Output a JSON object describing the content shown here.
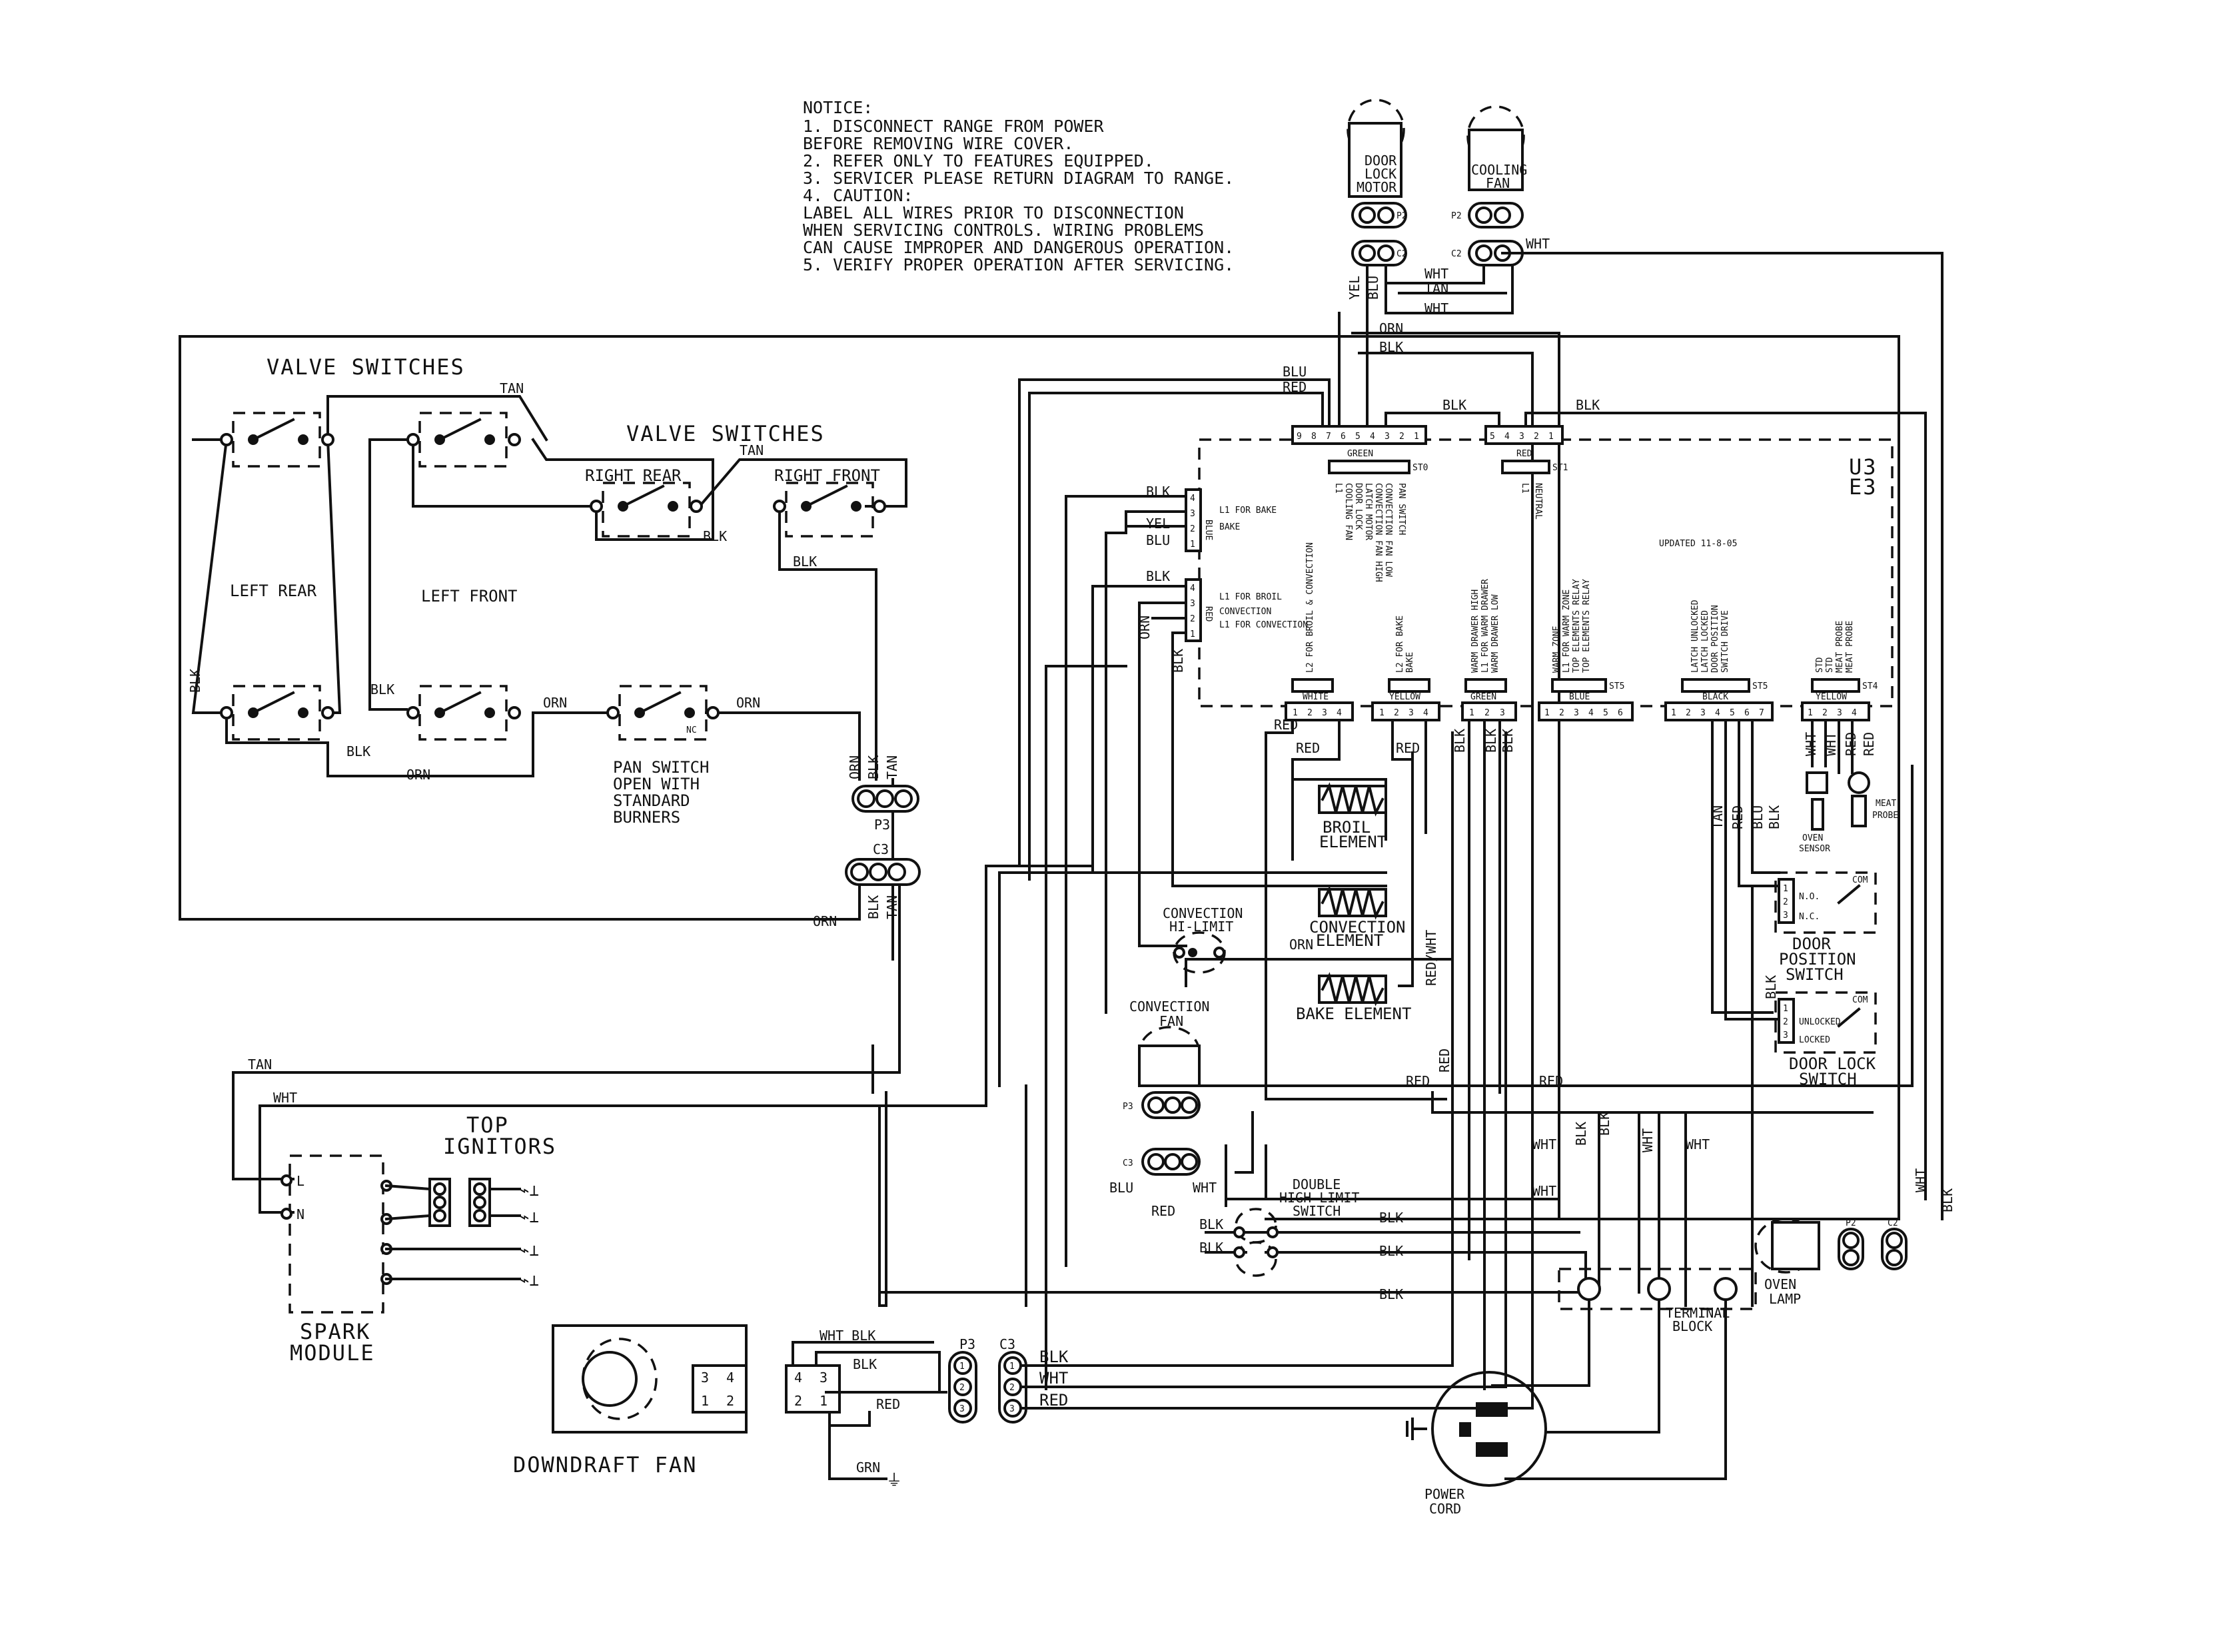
{
  "notice": {
    "lines": [
      "NOTICE:",
      "1.  DISCONNECT RANGE FROM POWER",
      "    BEFORE REMOVING WIRE COVER.",
      "2.  REFER ONLY TO FEATURES EQUIPPED.",
      "3.  SERVICER PLEASE RETURN DIAGRAM TO RANGE.",
      "4.  CAUTION:",
      "    LABEL ALL WIRES PRIOR TO DISCONNECTION",
      "    WHEN SERVICING CONTROLS.  WIRING PROBLEMS",
      "    CAN CAUSE IMPROPER AND DANGEROUS OPERATION.",
      "5.  VERIFY PROPER OPERATION AFTER SERVICING."
    ]
  },
  "components": {
    "valve_switches_1": "VALVE SWITCHES",
    "valve_switches_2": "VALVE SWITCHES",
    "left_rear": "LEFT REAR",
    "left_front": "LEFT FRONT",
    "right_rear": "RIGHT REAR",
    "right_front": "RIGHT FRONT",
    "pan_switch": [
      "PAN SWITCH",
      "OPEN WITH",
      "STANDARD",
      "BURNERS"
    ],
    "nc": "NC",
    "door_lock_motor": [
      "DOOR",
      "LOCK",
      "MOTOR"
    ],
    "cooling_fan": [
      "COOLING",
      "FAN"
    ],
    "top_ignitors": [
      "TOP",
      "IGNITORS"
    ],
    "spark_module": [
      "SPARK",
      "MODULE"
    ],
    "spark_l": "L",
    "spark_n": "N",
    "downdraft_fan": "DOWNDRAFT FAN",
    "convection_hi_limit": [
      "CONVECTION",
      "HI-LIMIT"
    ],
    "convection_fan": [
      "CONVECTION",
      "FAN"
    ],
    "broil_element": [
      "BROIL",
      "ELEMENT"
    ],
    "convection_element": [
      "CONVECTION",
      "ELEMENT"
    ],
    "bake_element": "BAKE ELEMENT",
    "double_high_limit": [
      "DOUBLE",
      "HIGH LIMIT",
      "SWITCH"
    ],
    "terminal_block": [
      "TERMINAL",
      "BLOCK"
    ],
    "power_cord": [
      "POWER",
      "CORD"
    ],
    "oven_lamp": [
      "OVEN",
      "LAMP"
    ],
    "door_position_switch": [
      "DOOR",
      "POSITION",
      "SWITCH"
    ],
    "door_lock_switch": [
      "DOOR LOCK",
      "SWITCH"
    ],
    "oven_sensor": [
      "OVEN",
      "SENSOR"
    ],
    "meat_probe": [
      "MEAT",
      "PROBE"
    ],
    "control_board": [
      "U3",
      "E3"
    ],
    "updated": "UPDATED 11-8-05"
  },
  "connectors": {
    "p2": "P2",
    "c2": "C2",
    "p3": "P3",
    "c3": "C3",
    "green": "GREEN",
    "red": "RED",
    "white": "WHITE",
    "yellow": "YELLOW",
    "blue": "BLUE",
    "black": "BLACK",
    "st": [
      "ST0",
      "ST1",
      "ST5",
      "ST4"
    ],
    "green_pins": [
      "9",
      "8",
      "7",
      "6",
      "5",
      "4",
      "3",
      "2",
      "1"
    ],
    "red_pins": [
      "5",
      "4",
      "3",
      "2",
      "1"
    ],
    "white_pins": [
      "1",
      "2",
      "3",
      "4"
    ],
    "yellow_pins": [
      "1",
      "2",
      "3",
      "4"
    ],
    "green2_pins": [
      "1",
      "2",
      "3"
    ],
    "blue_pins": [
      "1",
      "2",
      "3",
      "4",
      "5",
      "6"
    ],
    "black_pins": [
      "1",
      "2",
      "3",
      "4",
      "5",
      "6",
      "7"
    ],
    "yellow2_pins": [
      "1",
      "2",
      "3",
      "4"
    ],
    "side_pins": [
      "1",
      "2",
      "3",
      "4"
    ],
    "fan_pins": [
      "3",
      "4",
      "1",
      "2"
    ],
    "dd_pins": [
      "4",
      "3",
      "2",
      "1"
    ],
    "plug3": [
      "1",
      "2",
      "3"
    ],
    "sw_pins": [
      "1",
      "2",
      "3"
    ]
  },
  "board_labels": {
    "l1_bake": "L1 FOR BAKE",
    "bake": "BAKE",
    "l1_broil": "L1 FOR BROIL",
    "convection": "CONVECTION",
    "l1_convection": "L1 FOR CONVECTION",
    "neutral": "NEUTRAL",
    "green_lines": [
      "L1",
      "COOLING FAN",
      "DOOR LOCK",
      "LATCH MOTOR",
      "CONVECTION FAN HIGH",
      "CONVECTION FAN LOW",
      "PAN SWITCH"
    ],
    "white_lines": [
      "L2 FOR BROIL & CONVECTION"
    ],
    "yellow_lines": [
      "L2 FOR BAKE",
      "BAKE"
    ],
    "green2_lines": [
      "WARM DRAWER HIGH",
      "L1 FOR WARM DRAWER",
      "WARM DRAWER LOW"
    ],
    "blue_lines": [
      "WARM ZONE",
      "L1 FOR WARM ZONE",
      "TOP ELEMENTS RELAY",
      "TOP ELEMENTS RELAY"
    ],
    "black_lines": [
      "LATCH UNLOCKED",
      "LATCH LOCKED",
      "DOOR POSITION",
      "SWITCH DRIVE"
    ],
    "yellow2_lines": [
      "STD",
      "STD",
      "MEAT PROBE",
      "MEAT PROBE"
    ],
    "sw_nc": "N.C.",
    "sw_no": "N.O.",
    "sw_com": "COM",
    "unlocked": "UNLOCKED",
    "locked": "LOCKED"
  },
  "wires": {
    "tan": "TAN",
    "blk": "BLK",
    "orn": "ORN",
    "wht": "WHT",
    "red": "RED",
    "yel": "YEL",
    "blu": "BLU",
    "grn": "GRN",
    "red_wht": "RED/WHT",
    "wht_blk": "WHT BLK"
  }
}
